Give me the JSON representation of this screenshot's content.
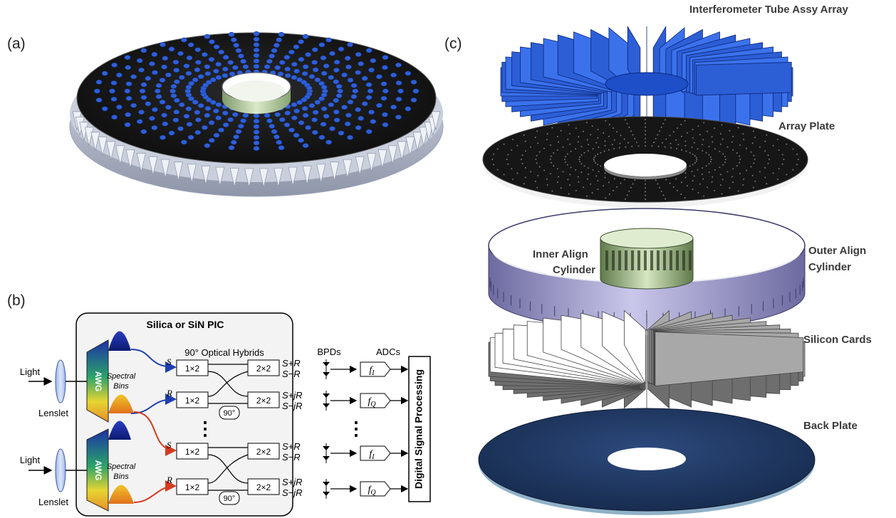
{
  "panels": {
    "a": {
      "label": "(a)"
    },
    "b": {
      "label": "(b)",
      "pic_title": "Silica or SiN PIC",
      "light_label": "Light",
      "lenslet_label": "Lenslet",
      "awg_label": "AWG",
      "spectral_bins_line1": "Spectral",
      "spectral_bins_line2": "Bins",
      "hybrids_label": "90° Optical Hybrids",
      "bpds_label": "BPDs",
      "adcs_label": "ADCs",
      "dsp_label": "Digital Signal Processing",
      "splitter_label": "1×2",
      "coupler_label": "2×2",
      "phase_label": "90°",
      "signal_S": "S",
      "signal_R": "R",
      "out_S_plus_R": "S+R",
      "out_S_minus_R": "S−R",
      "out_S_plus_jR": "S+jR",
      "out_S_minus_jR": "S−jR",
      "adc_I_main": "f",
      "adc_I_sub": "I",
      "adc_Q_main": "f",
      "adc_Q_sub": "Q",
      "ellipsis": "⋮"
    },
    "c": {
      "label": "(c)",
      "callouts": {
        "interferometer": "Interferometer Tube Assy Array",
        "array_plate": "Array Plate",
        "inner_align_line1": "Inner Align",
        "inner_align_line2": "Cylinder",
        "outer_align_line1": "Outer Align",
        "outer_align_line2": "Cylinder",
        "silicon_cards": "Silicon Cards",
        "back_plate": "Back Plate"
      }
    }
  },
  "colors": {
    "tube_blue": "#2f5fd8",
    "plate_dark": "#1c1c1c",
    "inner_green": "#c9dcb4",
    "outer_lavender": "#9a98c8",
    "back_plate_navy": "#1f3a66",
    "signal_blue": "#1f3fb0",
    "signal_red": "#d63a1e"
  }
}
